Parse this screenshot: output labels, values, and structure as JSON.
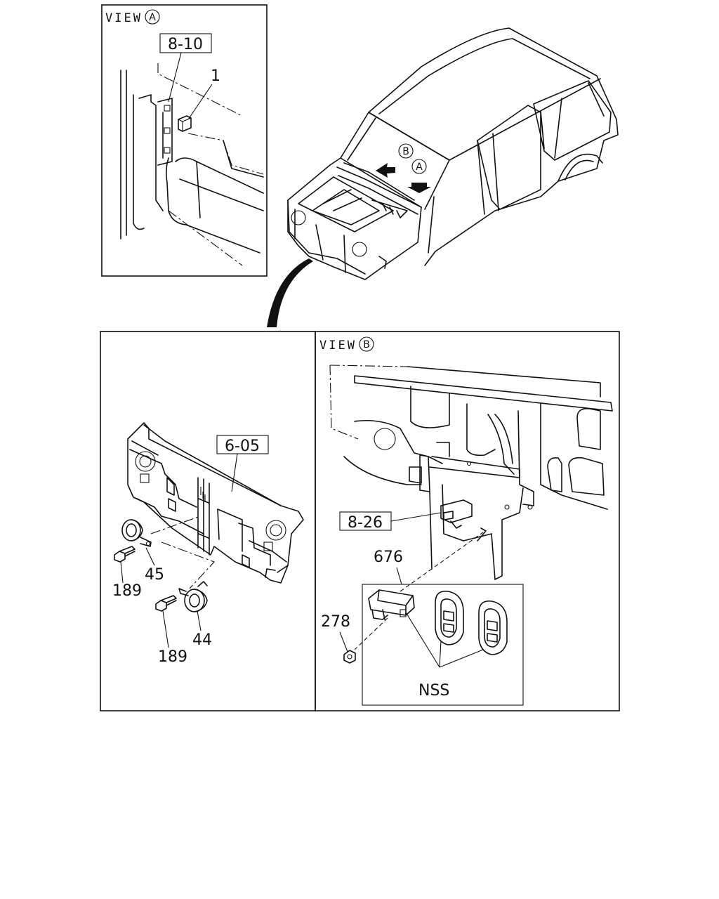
{
  "views": {
    "view_word": "VIEW",
    "a_letter": "A",
    "b_letter": "B"
  },
  "callouts": {
    "ref_8_10": "8-10",
    "ref_6_05": "6-05",
    "ref_8_26": "8-26",
    "part_1": "1",
    "part_45": "45",
    "part_44": "44",
    "part_189_a": "189",
    "part_189_b": "189",
    "part_676": "676",
    "part_278": "278",
    "nss": "NSS"
  }
}
